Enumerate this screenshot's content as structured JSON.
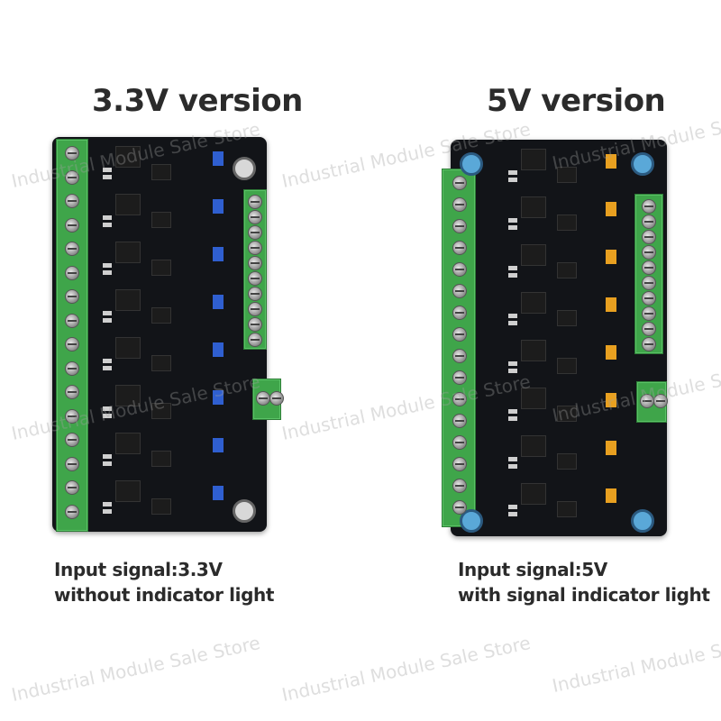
{
  "left_version": {
    "title": "3.3V version",
    "caption_line1": "Input signal:3.3V",
    "caption_line2": "without indicator light",
    "jumper_color": "#2f5fd0",
    "board_color": "#121418"
  },
  "right_version": {
    "title": "5V version",
    "caption_line1": "Input signal:5V",
    "caption_line2": "with signal indicator light",
    "jumper_color": "#e8a020",
    "board_color": "#121418"
  },
  "terminal_color": "#3fa54a",
  "watermark_text": "Industrial Module Sale Store"
}
